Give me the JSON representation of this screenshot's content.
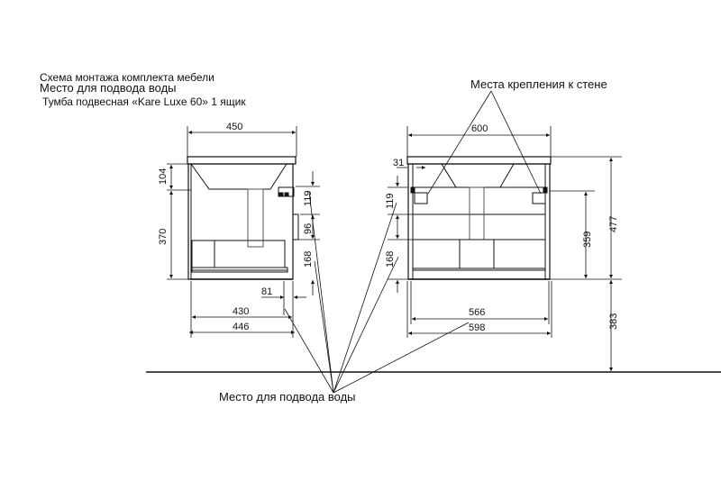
{
  "header": {
    "line1": "Схема монтажа комплекта мебели",
    "line2": "Место для подвода воды",
    "line3": "Тумба подвесная «Kare Luxe 60» 1 ящик"
  },
  "labels": {
    "wall_mount": "Места крепления к стене",
    "water_supply": "Место для подвода воды"
  },
  "side_view": {
    "width_top": "450",
    "dim_104": "104",
    "dim_370": "370",
    "dim_119": "119",
    "dim_96": "96",
    "dim_168": "168",
    "dim_81": "81",
    "dim_430": "430",
    "dim_446": "446"
  },
  "front_view": {
    "width_top": "600",
    "dim_31": "31",
    "dim_119": "119",
    "dim_168": "168",
    "dim_359": "359",
    "dim_477": "477",
    "dim_383": "383",
    "dim_566": "566",
    "dim_598": "598"
  },
  "colors": {
    "line": "#111111",
    "background": "#ffffff"
  }
}
